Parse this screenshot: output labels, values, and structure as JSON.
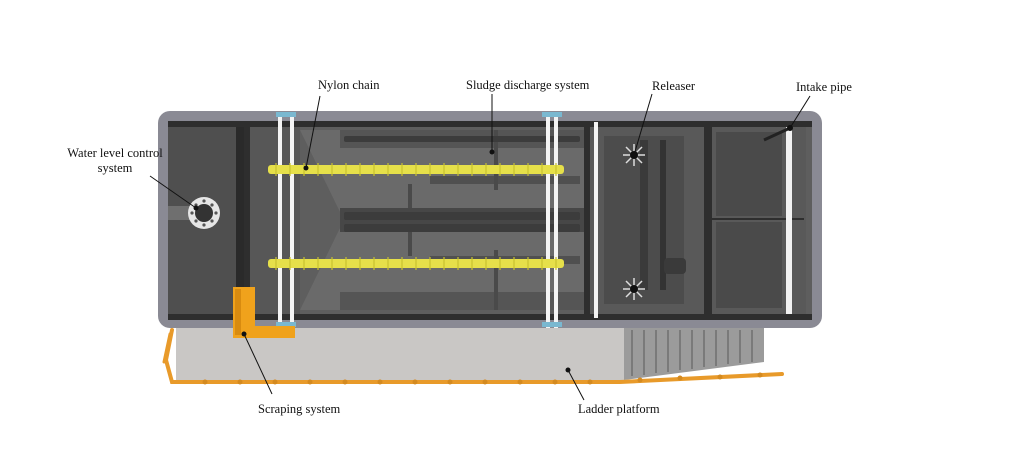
{
  "labels": {
    "water_level_control": "Water level control system",
    "nylon_chain": "Nylon chain",
    "sludge_discharge": "Sludge discharge system",
    "releaser": "Releaser",
    "intake_pipe": "Intake pipe",
    "scraping_system": "Scraping system",
    "ladder_platform": "Ladder platform"
  },
  "colors": {
    "tank_frame": "#8a8a94",
    "tank_floor": "#5e5e5e",
    "wall": "#2e2e2e",
    "chain": "#e6e04a",
    "scraper": "#f0a21c",
    "platform": "#c9c7c5",
    "railing": "#e89a2a"
  }
}
